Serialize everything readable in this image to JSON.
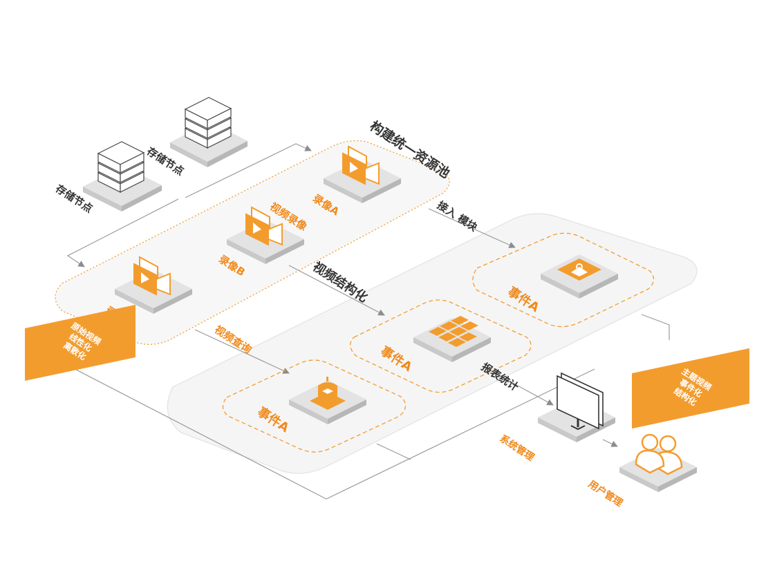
{
  "labels": {
    "storage_node_1": "存储节点",
    "storage_node_2": "存储节点",
    "resource_pool": "构建统一资源池",
    "video_recording": "视频录像",
    "recording_a": "录像A",
    "recording_b": "录像B",
    "recording_c": "录像C",
    "access_module": "接入 模块",
    "video_structuring": "视频结构化",
    "video_query": "视频查询",
    "event_a_1": "事件A",
    "event_a_2": "事件A",
    "event_a_3": "事件A",
    "report_stats": "报表统计",
    "system_mgmt": "系统管理",
    "user_mgmt": "用户管理"
  },
  "tag_left": {
    "line1": "原始视频",
    "line2": "线性化",
    "line3": "离散化"
  },
  "tag_right": {
    "line1": "主题视频",
    "line2": "事件化",
    "line3": "结构化"
  },
  "colors": {
    "accent": "#f39c2e",
    "accent_text": "#f08a1c",
    "gray_line": "#9a9a9a",
    "platform": "#dcdcdc"
  }
}
